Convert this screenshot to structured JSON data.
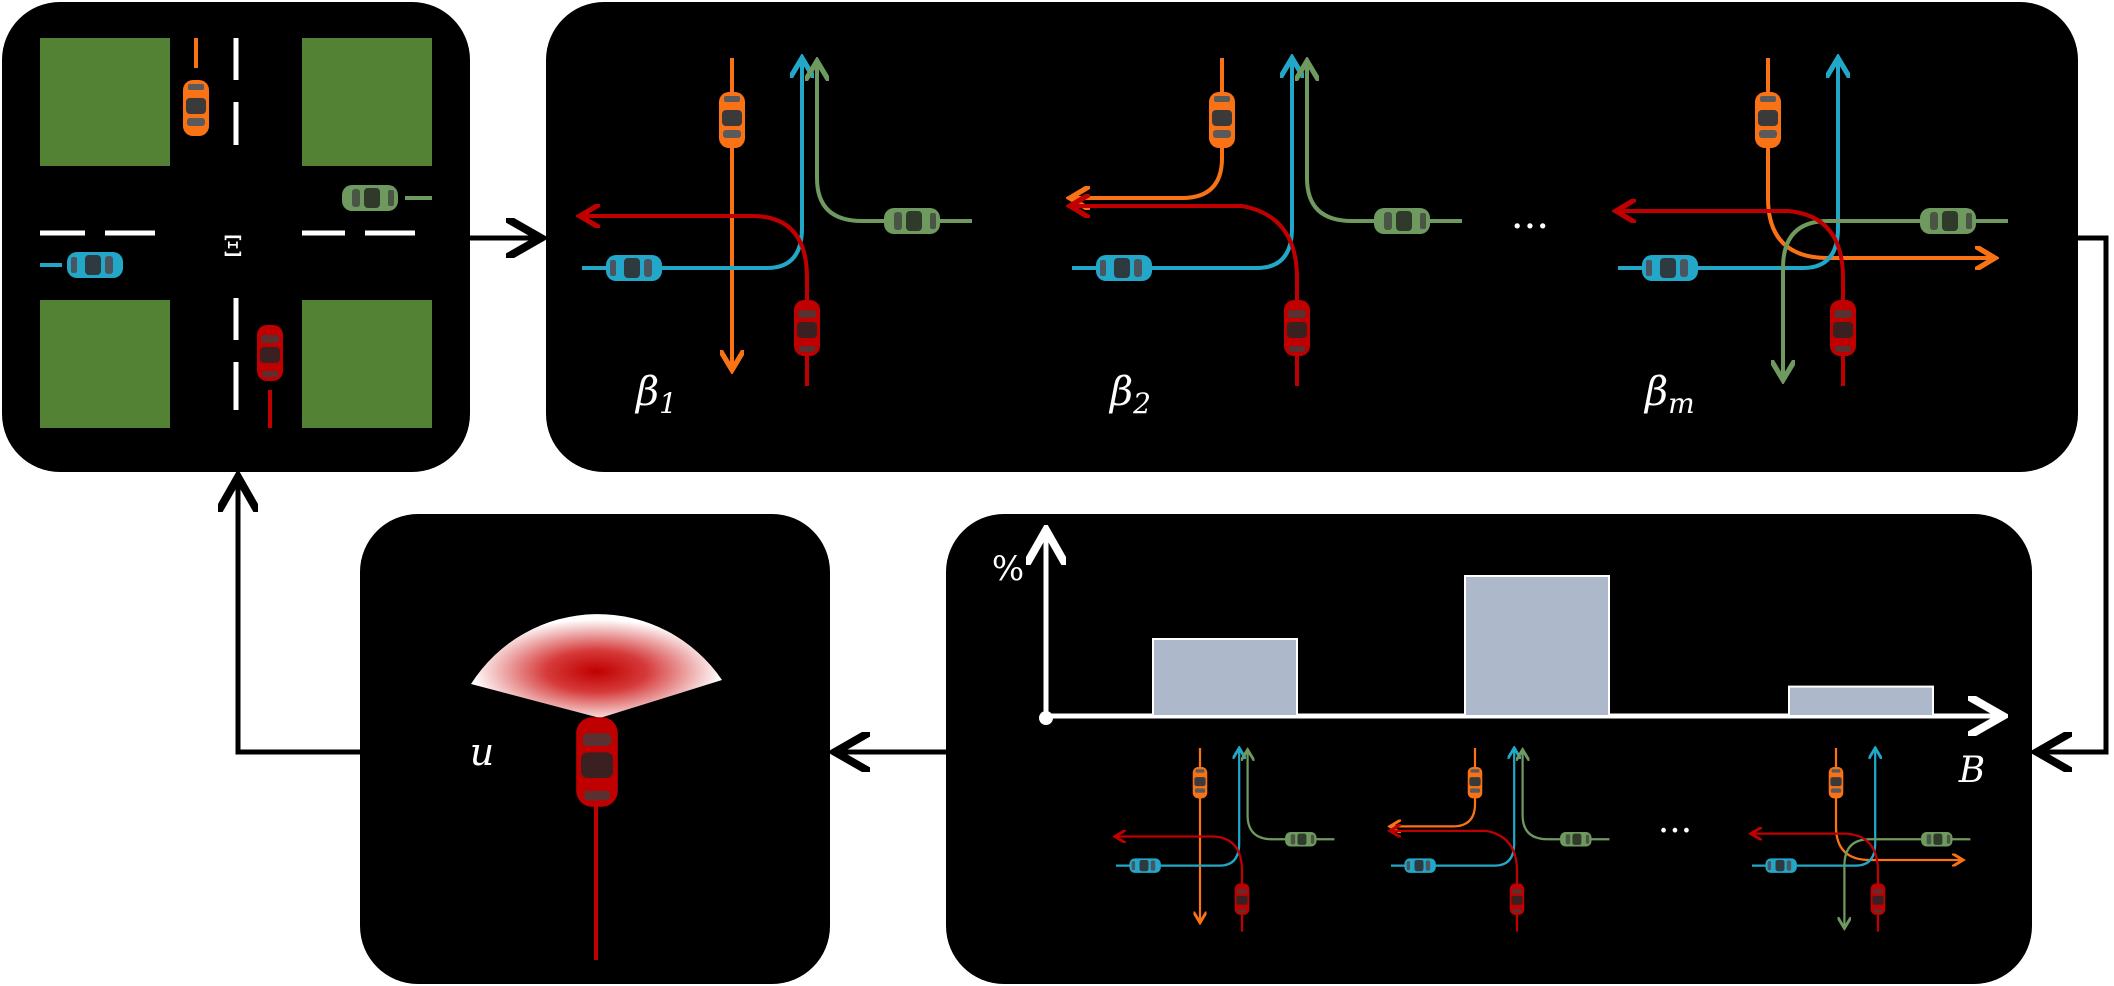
{
  "labels": {
    "state": "Ξ",
    "beta_1": "β",
    "beta_1_sub": "1",
    "beta_2": "β",
    "beta_2_sub": "2",
    "beta_m": "β",
    "beta_m_sub": "m",
    "ellipsis_top": "···",
    "ellipsis_bottom": "···",
    "y_axis": "%",
    "x_axis": "B",
    "control": "u"
  },
  "chart_data": {
    "type": "bar",
    "categories": [
      "β1",
      "β2",
      "βm"
    ],
    "values": [
      0.55,
      1.0,
      0.21
    ],
    "ylabel": "%",
    "xlabel": "B"
  },
  "colors": {
    "background": "#000000",
    "road_grass": "#548235",
    "orange": "#F97316",
    "cyan": "#22A7C8",
    "green": "#6F9A5F",
    "red": "#C00000",
    "bar": "#ADB9CA",
    "lines": "#FFFFFF"
  },
  "icons": [
    "car-orange-icon",
    "car-cyan-icon",
    "car-green-icon",
    "car-red-icon",
    "sensor-cone-icon"
  ]
}
